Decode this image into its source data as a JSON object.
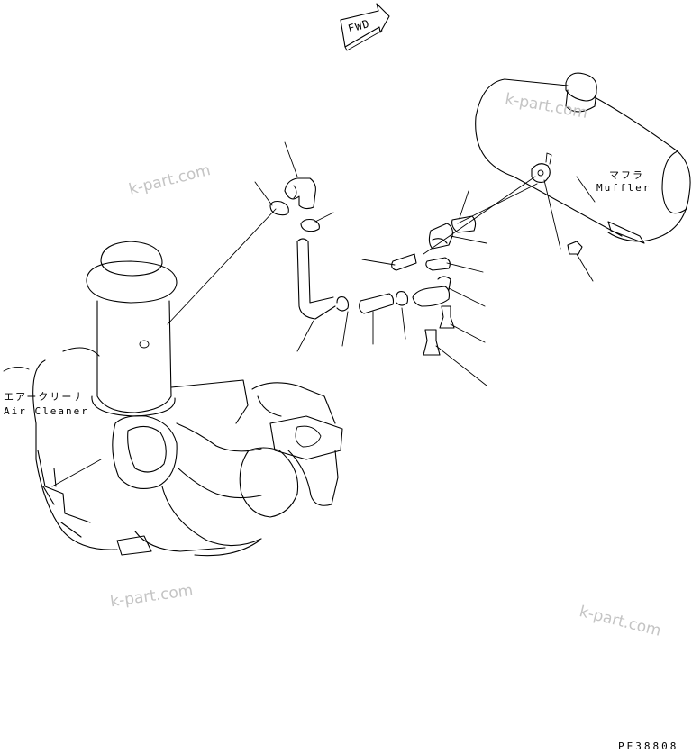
{
  "labels": {
    "fwd": "FWD",
    "muffler_jp": "マフラ",
    "muffler_en": "Muffler",
    "air_cleaner_jp": "エアークリーナ",
    "air_cleaner_en": "Air Cleaner",
    "drawing_number": "PE38808"
  },
  "watermarks": [
    "k-part.com",
    "k-part.com",
    "k-part.com",
    "k-part.com"
  ]
}
